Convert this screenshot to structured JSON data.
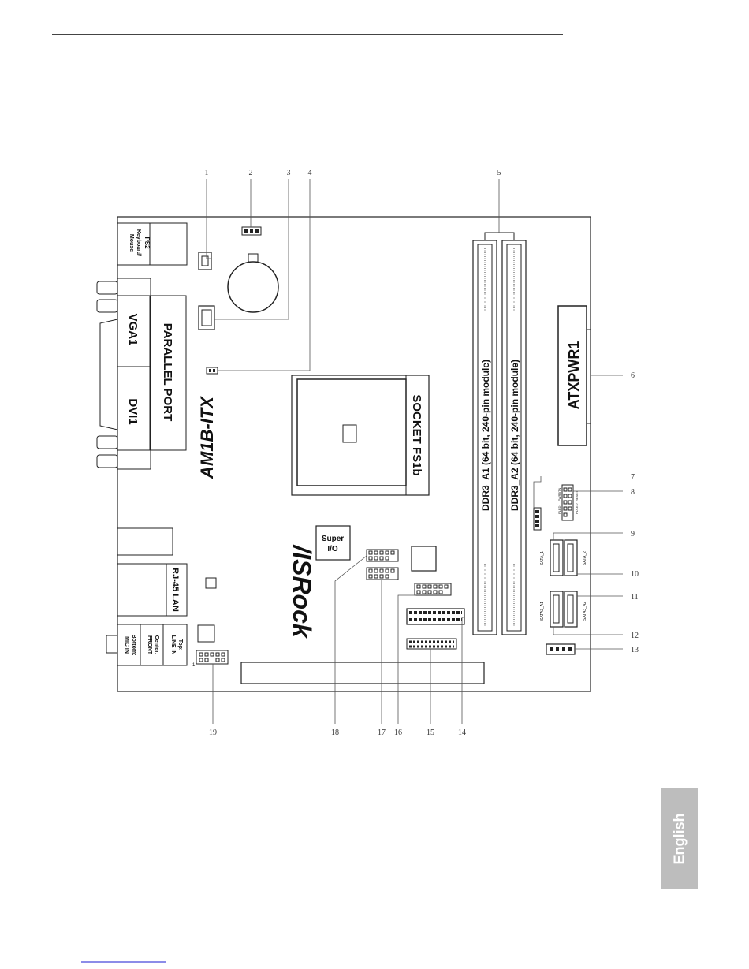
{
  "board": {
    "model": "AM1B-ITX",
    "brand": "/ISRock",
    "socket_label": "SOCKET FS1b",
    "power_label": "ATXPWR1",
    "dimm_a1": "DDR3_A1 (64 bit, 240-pin module)",
    "dimm_a2": "DDR3_A2 (64 bit, 240-pin module)",
    "super_io": [
      "Super",
      "I/O"
    ],
    "ps2": [
      "PS2",
      "Keyboard/",
      "Mouse"
    ],
    "vga": "VGA1",
    "parallel": "PARALLEL PORT",
    "dvi": "DVI1",
    "lan": "RJ-45 LAN",
    "audio": {
      "top": [
        "Top:",
        "LINE IN"
      ],
      "center": [
        "Center:",
        "FRONT"
      ],
      "bottom": [
        "Bottom:",
        "MIC IN"
      ]
    },
    "sata": {
      "sata_1": "SATA_1",
      "sata_2": "SATA_2",
      "sata3_a1": "SATA3_A1",
      "sata3_a2": "SATA3_A2"
    },
    "panel_header_labels": [
      "PLED",
      "PWRBTN",
      "HDLED",
      "RESET"
    ],
    "pin_marker": "1"
  },
  "callouts": [
    "1",
    "2",
    "3",
    "4",
    "5",
    "6",
    "7",
    "8",
    "9",
    "10",
    "11",
    "12",
    "13",
    "14",
    "15",
    "16",
    "17",
    "18",
    "19"
  ],
  "side_tab": {
    "label": "English",
    "color": "#bdbdbd"
  },
  "colors": {
    "line": "#222222",
    "accent": "#bdbdbd"
  }
}
